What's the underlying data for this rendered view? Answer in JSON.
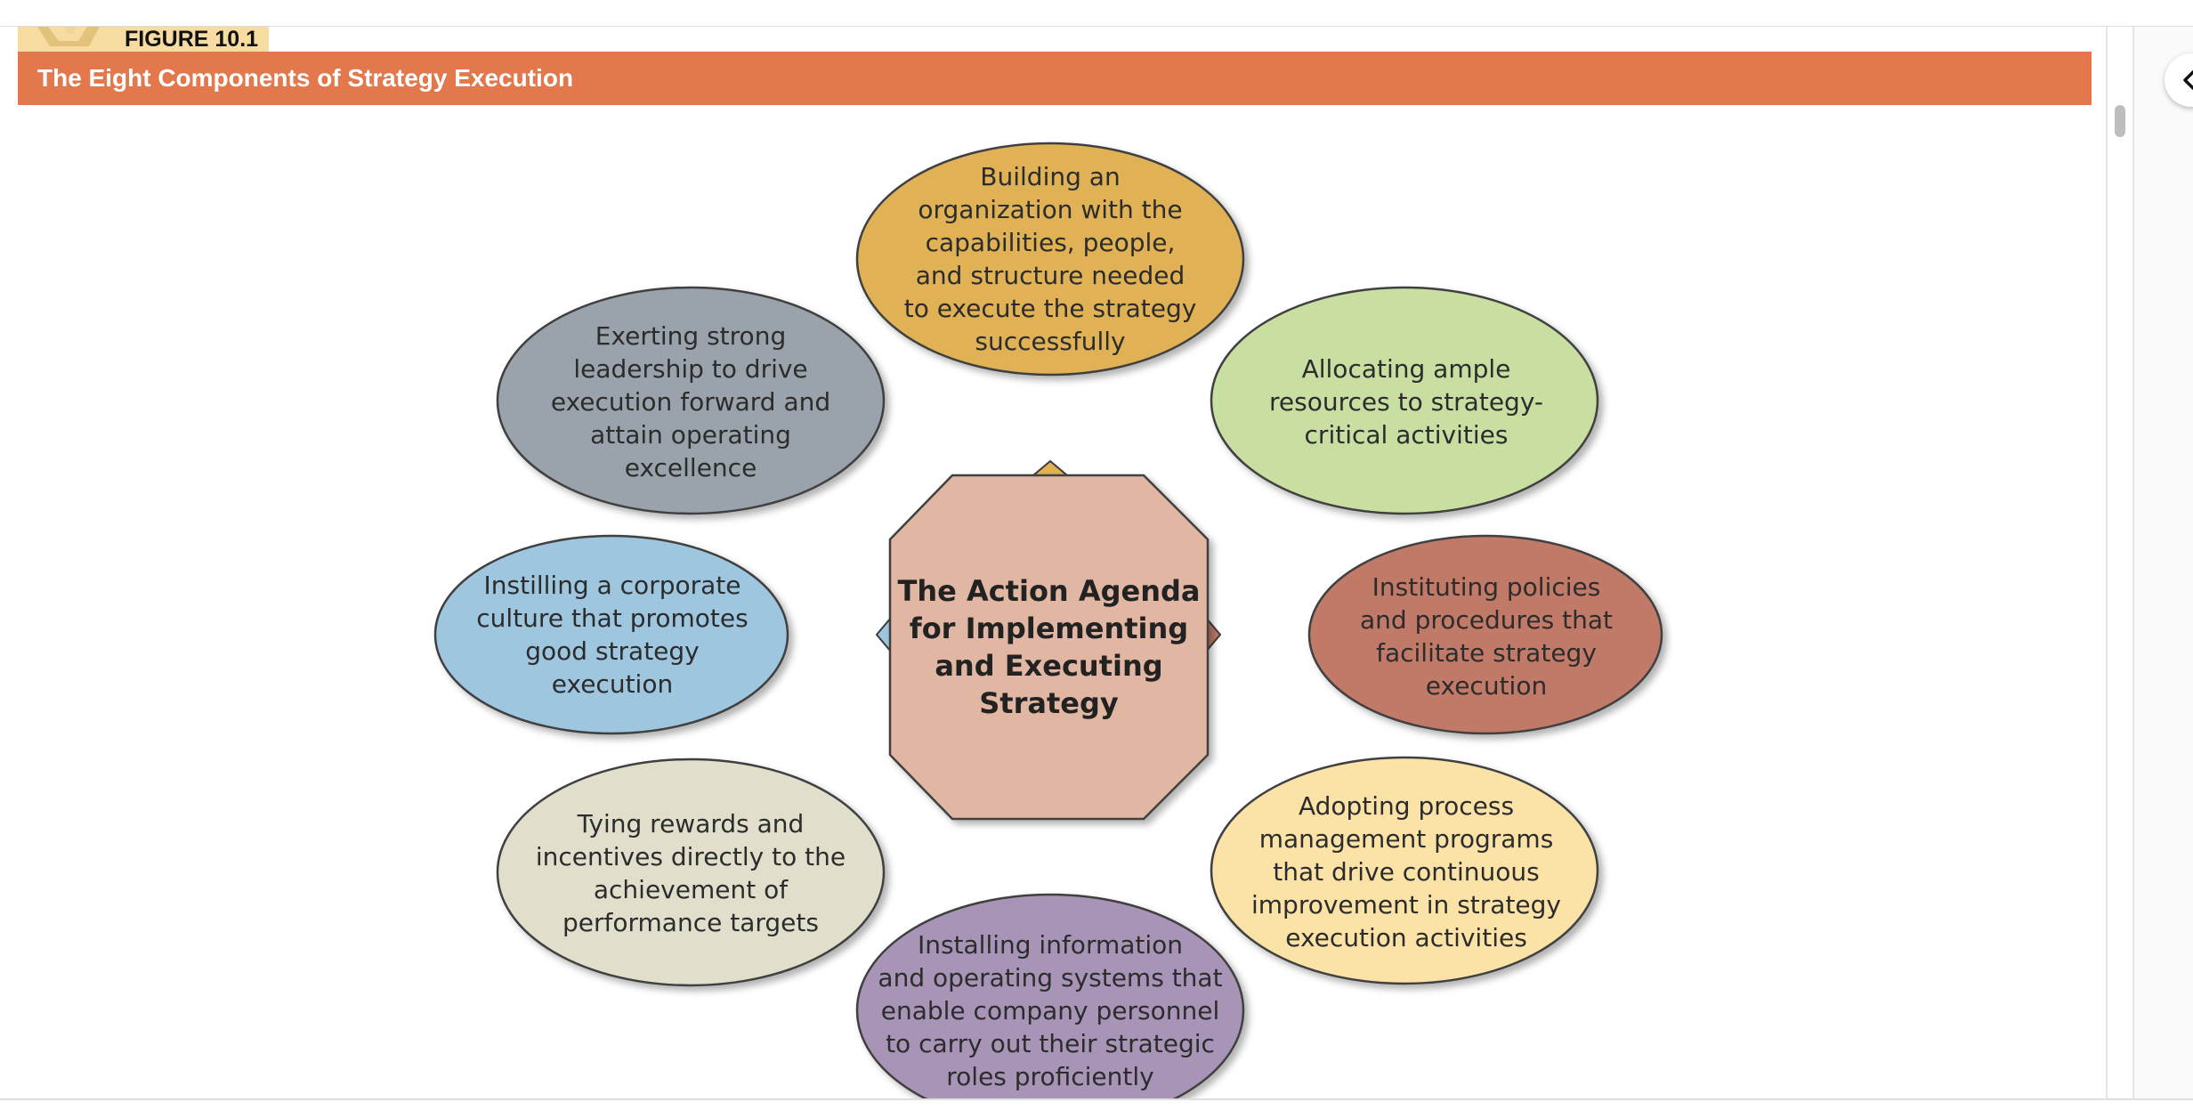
{
  "figure": {
    "label": "FIGURE 10.1",
    "title": "The Eight Components of Strategy Execution"
  },
  "center": {
    "lines": [
      "The Action Agenda",
      "for Implementing",
      "and Executing",
      "Strategy"
    ],
    "color": "#e1b7a3"
  },
  "components": [
    {
      "id": "top",
      "lines": [
        "Building an",
        "organization with the",
        "capabilities, people,",
        "and structure needed",
        "to execute the strategy",
        "successfully"
      ],
      "color": "#e0b254"
    },
    {
      "id": "top-right",
      "lines": [
        "Allocating ample",
        "resources to strategy-",
        "critical activities"
      ],
      "color": "#c9dfa2"
    },
    {
      "id": "right",
      "lines": [
        "Instituting policies",
        "and procedures that",
        "facilitate strategy",
        "execution"
      ],
      "color": "#c27a68"
    },
    {
      "id": "bottom-right",
      "lines": [
        "Adopting process",
        "management programs",
        "that drive continuous",
        "improvement in strategy",
        "execution activities"
      ],
      "color": "#fbe2a7"
    },
    {
      "id": "bottom",
      "lines": [
        "Installing information",
        "and operating systems that",
        "enable company personnel",
        "to carry out their strategic",
        "roles proficiently"
      ],
      "color": "#a794b7"
    },
    {
      "id": "bottom-left",
      "lines": [
        "Tying rewards and",
        "incentives directly to the",
        "achievement of",
        "performance targets"
      ],
      "color": "#e1dfcc"
    },
    {
      "id": "left",
      "lines": [
        "Instilling a corporate",
        "culture that promotes",
        "good strategy",
        "execution"
      ],
      "color": "#9fc6df"
    },
    {
      "id": "top-left",
      "lines": [
        "Exerting strong",
        "leadership to drive",
        "execution forward and",
        "attain operating",
        "excellence"
      ],
      "color": "#9aa3ab"
    }
  ],
  "ui": {
    "collapse_icon": "chevron-left-icon"
  }
}
